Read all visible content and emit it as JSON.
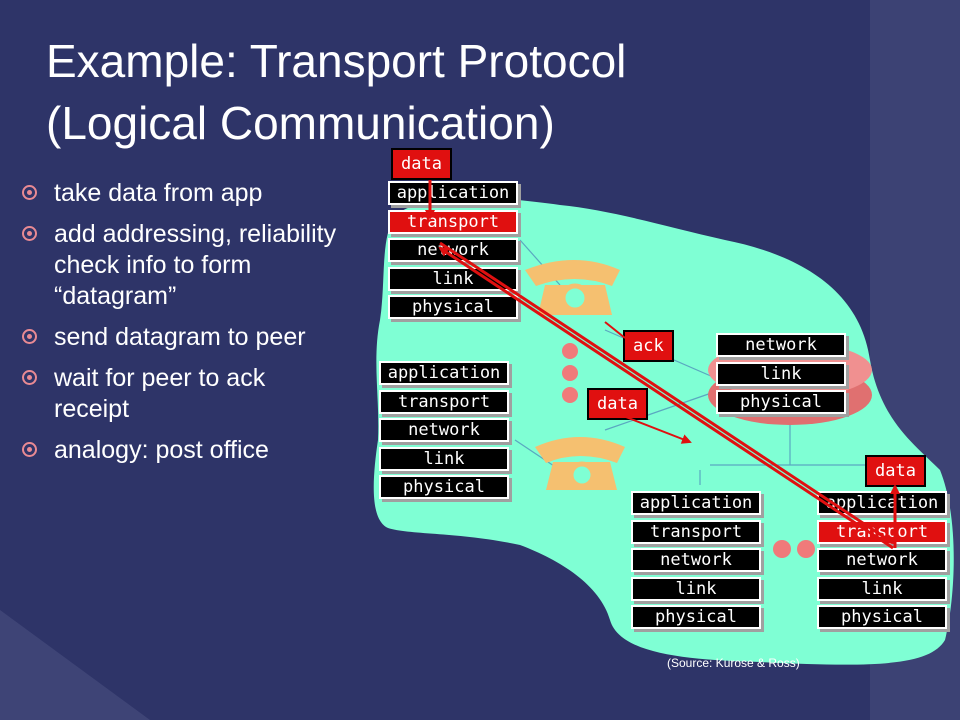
{
  "title": {
    "line1": "Example: Transport Protocol",
    "line2": "(Logical Communication)"
  },
  "bullets": [
    "take data from app",
    "add addressing, reliability check info to form “datagram”",
    "send datagram to peer",
    "wait for peer to ack receipt",
    "analogy: post office"
  ],
  "stacks": {
    "top_left": [
      "application",
      "transport",
      "network",
      "link",
      "physical"
    ],
    "mid_left": [
      "application",
      "transport",
      "network",
      "link",
      "physical"
    ],
    "router": [
      "network",
      "link",
      "physical"
    ],
    "bottom_mid": [
      "application",
      "transport",
      "network",
      "link",
      "physical"
    ],
    "bottom_right": [
      "application",
      "transport",
      "network",
      "link",
      "physical"
    ]
  },
  "tags": {
    "data_top": "data",
    "ack": "ack",
    "data_mid": "data",
    "data_right": "data"
  },
  "source": "(Source: Kurose & Ross)",
  "colors": {
    "background": "#2e3468",
    "network_cloud": "#7fffd4",
    "highlight": "#e01010",
    "bullet": "#e98a93"
  }
}
